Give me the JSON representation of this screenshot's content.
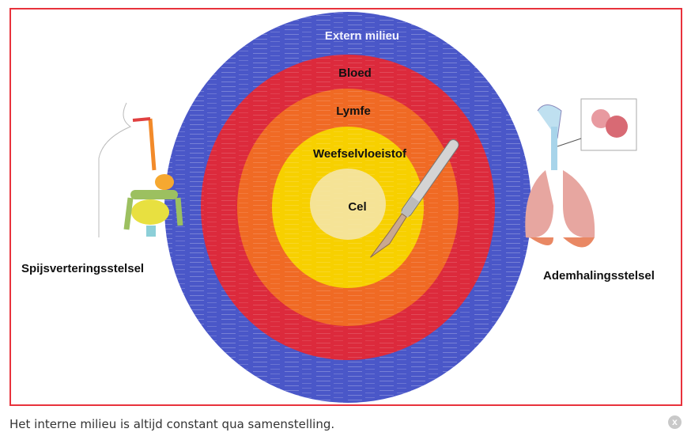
{
  "diagram": {
    "rings": [
      {
        "label": "Extern milieu",
        "color": "#4a57c8"
      },
      {
        "label": "Bloed",
        "color": "#dc2a3c"
      },
      {
        "label": "Lymfe",
        "color": "#f06a24"
      },
      {
        "label": "Weefselvloeistof",
        "color": "#f7d000"
      },
      {
        "label": "Cel",
        "color": "#f5e6b0"
      }
    ],
    "left_label": "Spijsverteringsstelsel",
    "right_label": "Ademhalingsstelsel",
    "border_color": "#e8323c"
  },
  "caption": "Het interne milieu is altijd constant qua samenstelling.",
  "close_icon": "close-icon"
}
